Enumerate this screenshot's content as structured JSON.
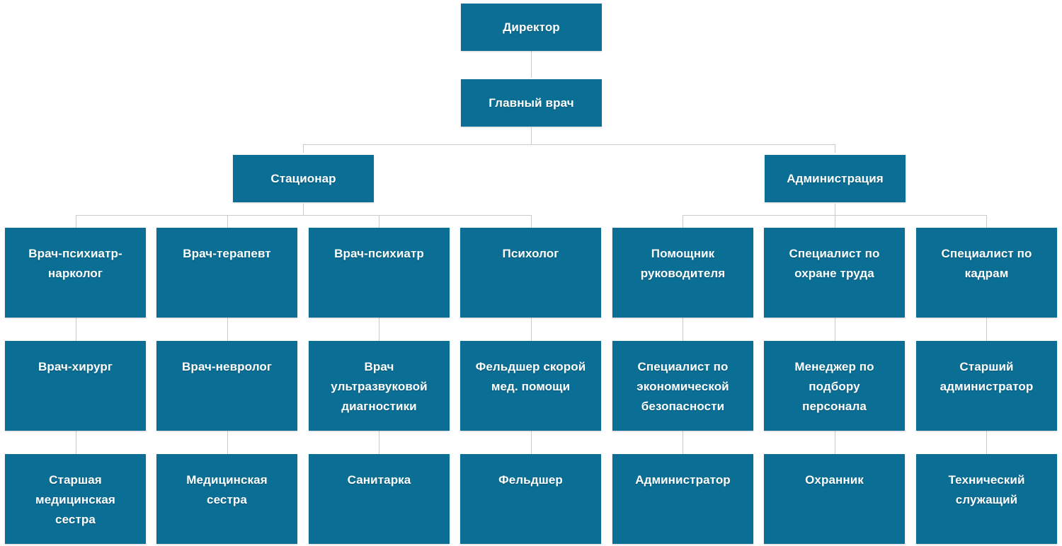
{
  "chart_data": {
    "type": "diagram",
    "title": "",
    "diagram_kind": "organizational-chart",
    "orientation": "top-down",
    "box_color": "#0a6e95",
    "box_text_color": "#ffffff",
    "connector_color": "#c9cbcc",
    "background_color": "#ffffff",
    "levels": 5,
    "nodes": [
      {
        "id": "director",
        "label": "Директор",
        "level": 1,
        "parent": null
      },
      {
        "id": "chief-doctor",
        "label": "Главный врач",
        "level": 2,
        "parent": "director"
      },
      {
        "id": "inpatient",
        "label": "Стационар",
        "level": 3,
        "parent": "chief-doctor"
      },
      {
        "id": "administration",
        "label": "Администрация",
        "level": 3,
        "parent": "chief-doctor"
      },
      {
        "id": "psychiatrist-narcologist",
        "label": "Врач-психиатр-\nнарколог",
        "level": 4,
        "parent": "inpatient"
      },
      {
        "id": "therapist",
        "label": "Врач-терапевт",
        "level": 4,
        "parent": "inpatient"
      },
      {
        "id": "psychiatrist",
        "label": "Врач-психиатр",
        "level": 4,
        "parent": "inpatient"
      },
      {
        "id": "psychologist",
        "label": "Психолог",
        "level": 4,
        "parent": "inpatient"
      },
      {
        "id": "head-assistant",
        "label": "Помощник\nруководителя",
        "level": 4,
        "parent": "administration"
      },
      {
        "id": "labor-safety-specialist",
        "label": "Специалист по\nохране труда",
        "level": 4,
        "parent": "administration"
      },
      {
        "id": "hr-specialist",
        "label": "Специалист по\nкадрам",
        "level": 4,
        "parent": "administration"
      },
      {
        "id": "surgeon",
        "label": "Врач-хирург",
        "level": 5,
        "parent": "psychiatrist-narcologist"
      },
      {
        "id": "neurologist",
        "label": "Врач-невролог",
        "level": 5,
        "parent": "therapist"
      },
      {
        "id": "ultrasound-doctor",
        "label": "Врач\nультразвуковой\nдиагностики",
        "level": 5,
        "parent": "psychiatrist"
      },
      {
        "id": "emergency-paramedic",
        "label": "Фельдшер скорой\nмед. помощи",
        "level": 5,
        "parent": "psychologist"
      },
      {
        "id": "economic-security-specialist",
        "label": "Специалист по\nэкономической\nбезопасности",
        "level": 5,
        "parent": "head-assistant"
      },
      {
        "id": "recruitment-manager",
        "label": "Менеджер по\nподбору\nперсонала",
        "level": 5,
        "parent": "labor-safety-specialist"
      },
      {
        "id": "senior-administrator",
        "label": "Старший\nадминистратор",
        "level": 5,
        "parent": "hr-specialist"
      },
      {
        "id": "head-nurse",
        "label": "Старшая\nмедицинская\nсестра",
        "level": 6,
        "parent": "surgeon"
      },
      {
        "id": "nurse",
        "label": "Медицинская\nсестра",
        "level": 6,
        "parent": "neurologist"
      },
      {
        "id": "orderly",
        "label": "Санитарка",
        "level": 6,
        "parent": "ultrasound-doctor"
      },
      {
        "id": "paramedic",
        "label": "Фельдшер",
        "level": 6,
        "parent": "emergency-paramedic"
      },
      {
        "id": "administrator",
        "label": "Администратор",
        "level": 6,
        "parent": "economic-security-specialist"
      },
      {
        "id": "security-guard",
        "label": "Охранник",
        "level": 6,
        "parent": "recruitment-manager"
      },
      {
        "id": "technical-staff",
        "label": "Технический\nслужащий",
        "level": 6,
        "parent": "senior-administrator"
      }
    ]
  },
  "org": {
    "root": {
      "label": "Директор"
    },
    "chief": {
      "label": "Главный врач"
    },
    "branches": {
      "inpatient": {
        "label": "Стационар"
      },
      "administration": {
        "label": "Администрация"
      }
    },
    "row_a": {
      "c1": {
        "label": "Врач-психиатр-\nнарколог"
      },
      "c2": {
        "label": "Врач-терапевт"
      },
      "c3": {
        "label": "Врач-психиатр"
      },
      "c4": {
        "label": "Психолог"
      },
      "c5": {
        "label": "Помощник\nруководителя"
      },
      "c6": {
        "label": "Специалист по\nохране труда"
      },
      "c7": {
        "label": "Специалист по\nкадрам"
      }
    },
    "row_b": {
      "c1": {
        "label": "Врач-хирург"
      },
      "c2": {
        "label": "Врач-невролог"
      },
      "c3": {
        "label": "Врач\nультразвуковой\nдиагностики"
      },
      "c4": {
        "label": "Фельдшер скорой\nмед. помощи"
      },
      "c5": {
        "label": "Специалист по\nэкономической\nбезопасности"
      },
      "c6": {
        "label": "Менеджер по\nподбору\nперсонала"
      },
      "c7": {
        "label": "Старший\nадминистратор"
      }
    },
    "row_c": {
      "c1": {
        "label": "Старшая\nмедицинская\nсестра"
      },
      "c2": {
        "label": "Медицинская\nсестра"
      },
      "c3": {
        "label": "Санитарка"
      },
      "c4": {
        "label": "Фельдшер"
      },
      "c5": {
        "label": "Администратор"
      },
      "c6": {
        "label": "Охранник"
      },
      "c7": {
        "label": "Технический\nслужащий"
      }
    }
  }
}
